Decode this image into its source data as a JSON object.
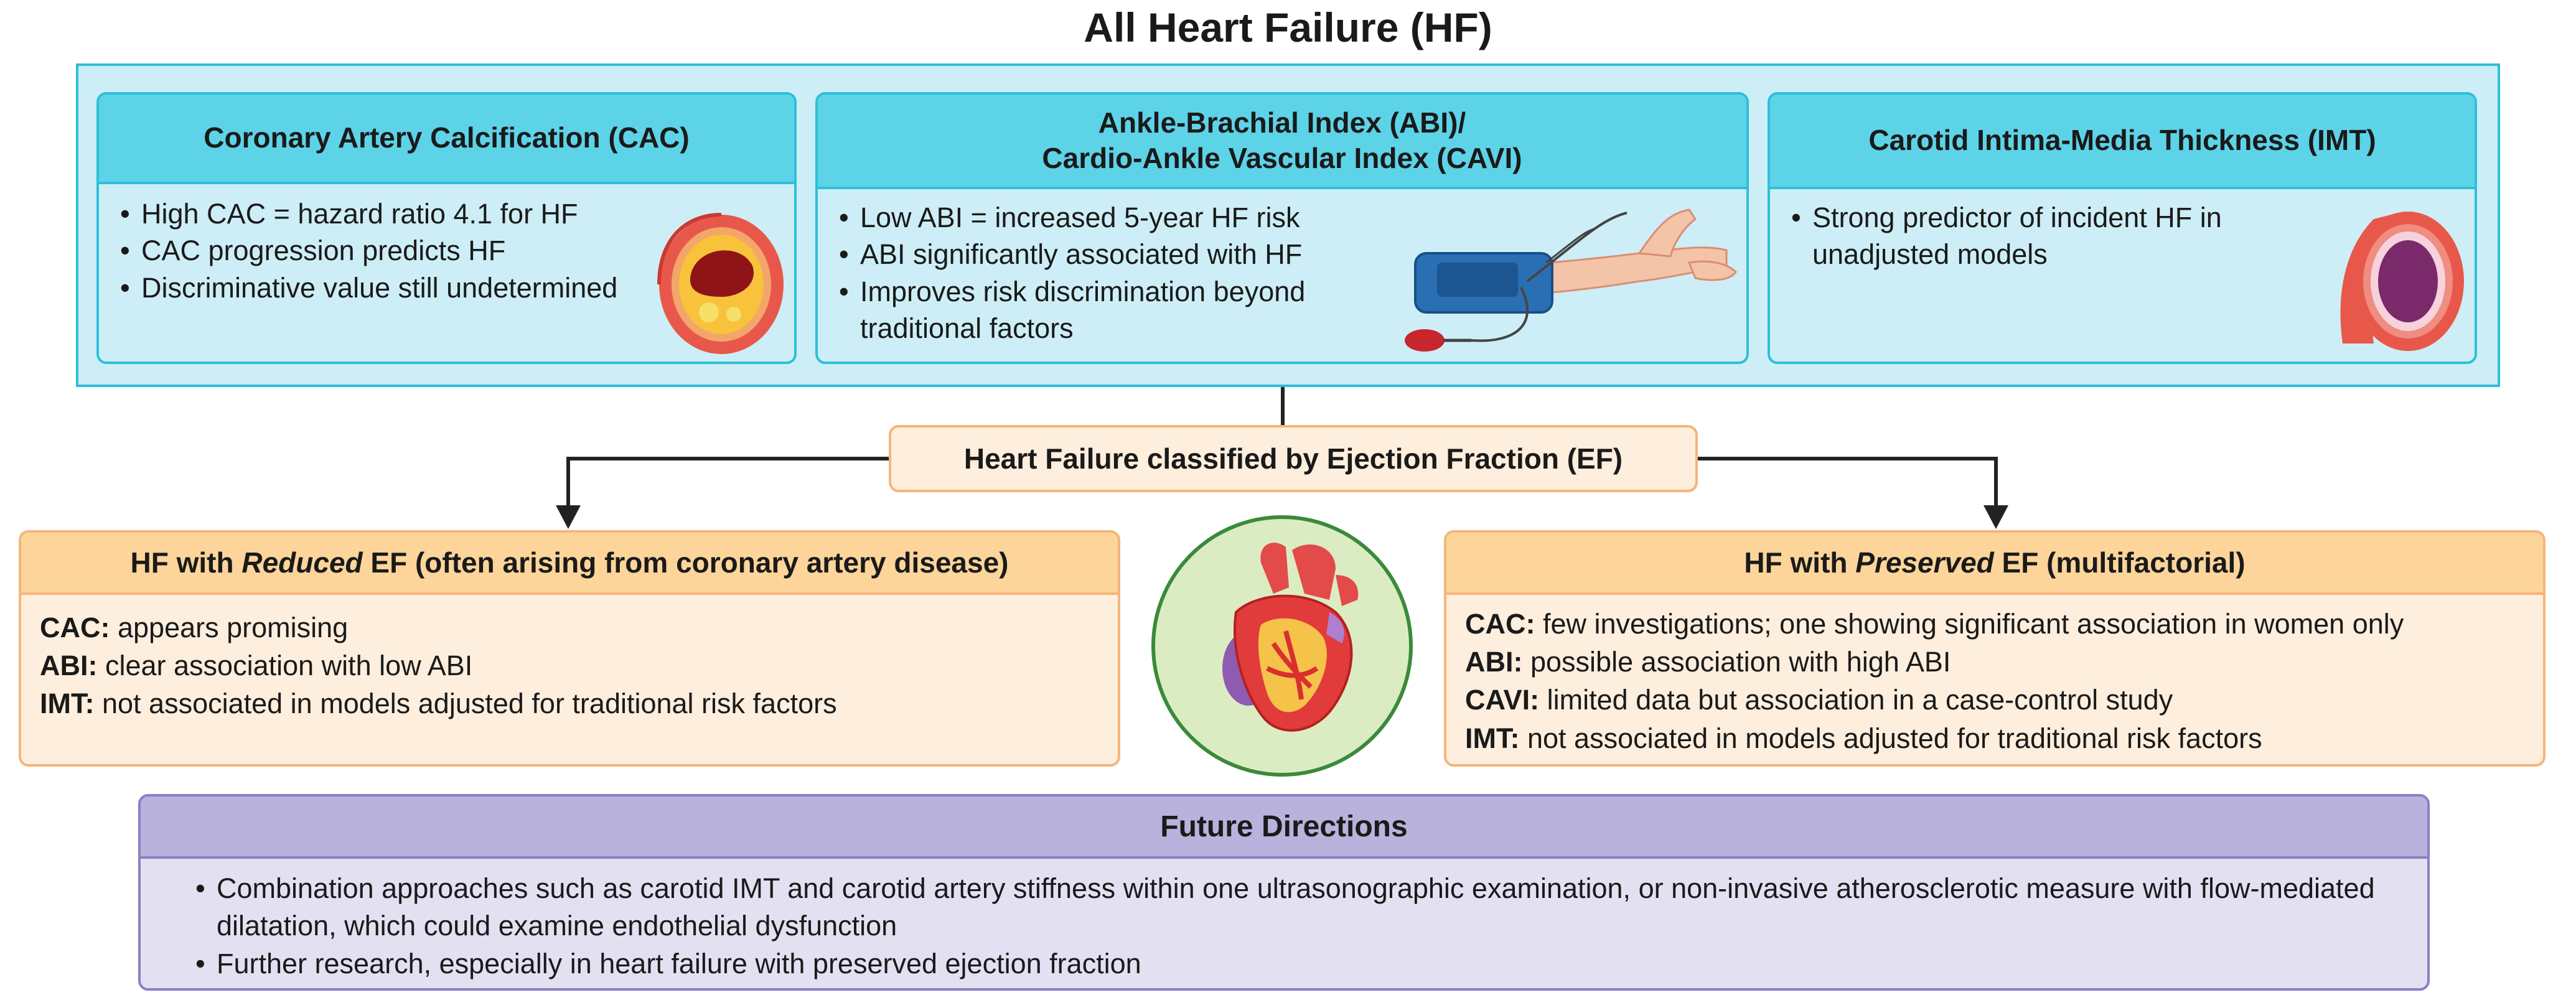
{
  "title": "All Heart Failure (HF)",
  "top_cards": {
    "cac": {
      "heading": "Coronary Artery Calcification (CAC)",
      "bullets": [
        "High CAC = hazard ratio 4.1 for HF",
        "CAC progression predicts HF",
        "Discriminative value still undetermined"
      ],
      "icon": "calcified-artery-icon"
    },
    "abi": {
      "heading_line1": "Ankle-Brachial Index (ABI)/",
      "heading_line2": "Cardio-Ankle Vascular Index (CAVI)",
      "bullets": [
        "Low ABI = increased 5-year HF risk",
        "ABI significantly associated with HF",
        "Improves risk discrimination beyond traditional factors"
      ],
      "icon": "blood-pressure-cuff-icon"
    },
    "imt": {
      "heading": "Carotid Intima-Media Thickness (IMT)",
      "bullets": [
        "Strong predictor of incident HF in unadjusted models"
      ],
      "icon": "artery-cross-section-icon"
    }
  },
  "ef_box": "Heart Failure classified by Ejection Fraction (EF)",
  "reduced": {
    "head_pre": "HF with ",
    "head_em": "Reduced",
    "head_post": " EF (often arising from coronary artery disease)",
    "rows": [
      {
        "label": "CAC:",
        "text": " appears promising"
      },
      {
        "label": "ABI:",
        "text": " clear association with low ABI"
      },
      {
        "label": "IMT:",
        "text": " not associated in models adjusted for traditional risk factors"
      }
    ]
  },
  "preserved": {
    "head_pre": "HF with ",
    "head_em": "Preserved",
    "head_post": " EF (multifactorial)",
    "rows": [
      {
        "label": "CAC:",
        "text": " few investigations; one showing significant association in women only"
      },
      {
        "label": "ABI:",
        "text": " possible association with high ABI"
      },
      {
        "label": "CAVI:",
        "text": " limited data but association in a case-control study"
      },
      {
        "label": "IMT:",
        "text": " not associated in models adjusted for traditional risk factors"
      }
    ]
  },
  "future": {
    "heading": "Future Directions",
    "bullets": [
      "Combination approaches such as carotid IMT and carotid artery stiffness within one ultrasonographic examination, or non-invasive atherosclerotic measure with flow-mediated dilatation, which could examine endothelial dysfunction",
      "Further research, especially in heart failure with preserved ejection fraction"
    ]
  },
  "center_icon": "heart-icon",
  "colors": {
    "cyan_border": "#2ebfd8",
    "cyan_fill": "#cdeef6",
    "cyan_header": "#5dd3e8",
    "orange_border": "#f4b579",
    "orange_fill": "#fdeedd",
    "orange_header": "#fdd59a",
    "purple_border": "#8c7fc4",
    "purple_fill": "#e3e0f2",
    "purple_header": "#b8b2dc"
  }
}
